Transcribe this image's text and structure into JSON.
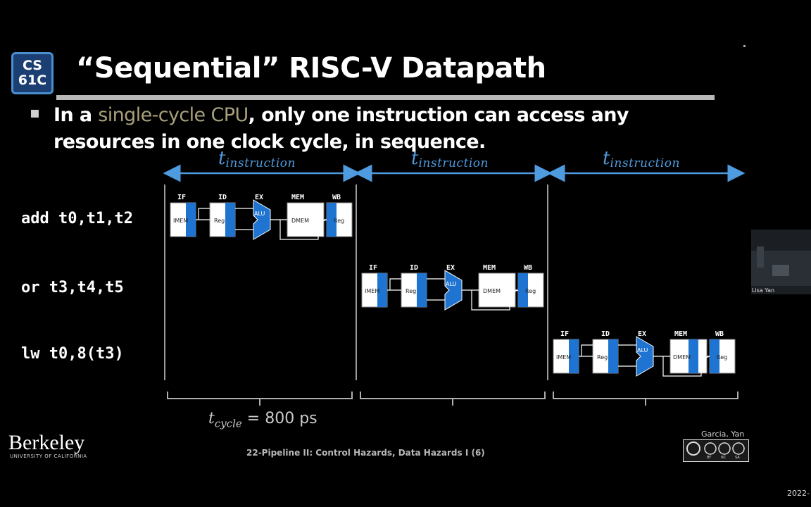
{
  "slide": {
    "logo": [
      "CS",
      "61C"
    ],
    "title": "“Sequential” RISC-V Datapath",
    "bullet": {
      "marker": "▪",
      "before": "In a ",
      "highlight": "single-cycle CPU",
      "after": ", only one instruction can access any resources in one clock cycle, in sequence."
    },
    "instructions": [
      "add t0,t1,t2",
      "or t3,t4,t5",
      "lw t0,8(t3)"
    ],
    "timing_label": {
      "symbol": "t",
      "subscript": "instruction"
    },
    "cycle_label": {
      "symbol": "t",
      "subscript": "cycle",
      "rest": " = 800 ps"
    },
    "stages": [
      "IF",
      "ID",
      "EX",
      "MEM",
      "WB"
    ],
    "blocks": {
      "imem": "IMEM",
      "reg": "Reg",
      "alu": "ALU",
      "dmem": "DMEM"
    },
    "footer": "22-Pipeline II: Control Hazards, Data Hazards I (6)",
    "university": "Berkeley",
    "university_sub": "UNIVERSITY OF CALIFORNIA",
    "authors": "Garcia, Yan",
    "license": [
      "BY",
      "NC",
      "SA"
    ],
    "colors": {
      "accent": "#4f9be0",
      "block_blue": "#1e74d0",
      "highlight": "#a8a07a"
    }
  },
  "overlay": {
    "video_participant": "Lisa Yan",
    "timestamp": "2022-"
  }
}
